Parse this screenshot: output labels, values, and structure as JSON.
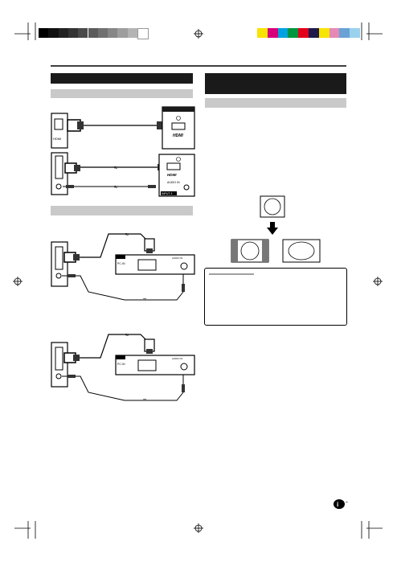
{
  "colors": {
    "grey_strip": [
      "#000000",
      "#111111",
      "#222222",
      "#333333",
      "#494949",
      "#5c5c5c",
      "#717171",
      "#878787",
      "#9e9e9e",
      "#b4b4b4",
      "#ffffff"
    ],
    "color_strip": [
      "#f7e400",
      "#d6007a",
      "#00a3e0",
      "#009540",
      "#e3001b",
      "#1e1b4b",
      "#f7e400",
      "#e48ab5",
      "#6aa2d6",
      "#9ad2ee"
    ],
    "section_header": "#1a1a1a",
    "sub_header": "#c9c9c9"
  },
  "labels": {
    "hdmi_port_small": "HDMI",
    "hdmi_logo": "HDMI",
    "audio_in": "AUDIO IN",
    "input_tag": "INPUT 3",
    "input_tag_pc": "INPUT 4",
    "pc_in": "PC-IN",
    "audio_in_pc": "AUDIO IN",
    "rgb_label": "RGB",
    "pc_text": "PC IN"
  },
  "page_number": "-"
}
